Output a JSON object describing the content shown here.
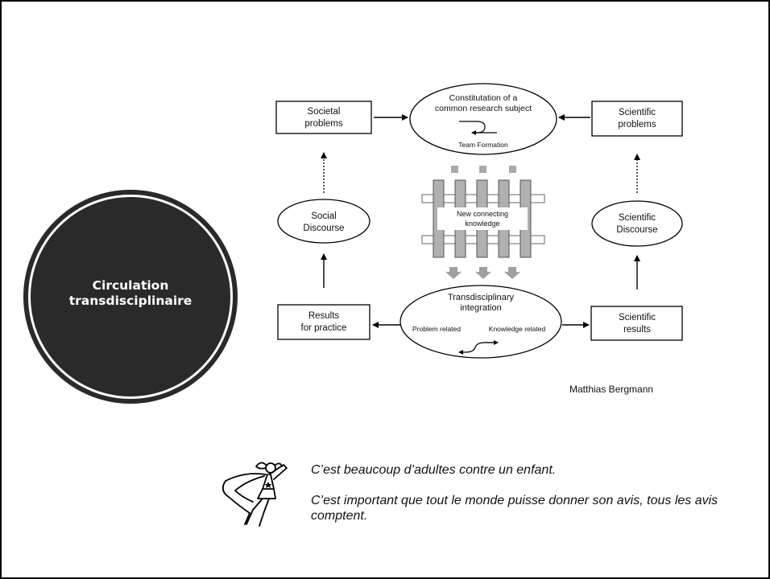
{
  "circle": {
    "line1": "Circulation",
    "line2": "transdisciplinaire"
  },
  "diagram": {
    "top_node": {
      "line1": "Constitutation of a",
      "line2": "common research subject",
      "sub": "Team Formation"
    },
    "left_top_box": {
      "line1": "Societal",
      "line2": "problems"
    },
    "right_top_box": {
      "line1": "Scientific",
      "line2": "problems"
    },
    "left_mid_node": {
      "line1": "Social",
      "line2": "Discourse"
    },
    "right_mid_node": {
      "line1": "Scientific",
      "line2": "Discourse"
    },
    "center_label": {
      "line1": "New connecting",
      "line2": "knowledge"
    },
    "bottom_node": {
      "line1": "Transdisciplinary",
      "line2": "integration",
      "left": "Problem related",
      "right": "Knowledge related"
    },
    "left_bottom_box": {
      "line1": "Results",
      "line2": "for practice"
    },
    "right_bottom_box": {
      "line1": "Scientific",
      "line2": "results"
    }
  },
  "author": "Matthias Bergmann",
  "quotes": [
    "C’est beaucoup d’adultes contre un enfant.",
    "C’est important que tout le monde puisse donner son avis, tous les avis comptent."
  ],
  "icons": {
    "hero": "superhero-girl-icon"
  }
}
